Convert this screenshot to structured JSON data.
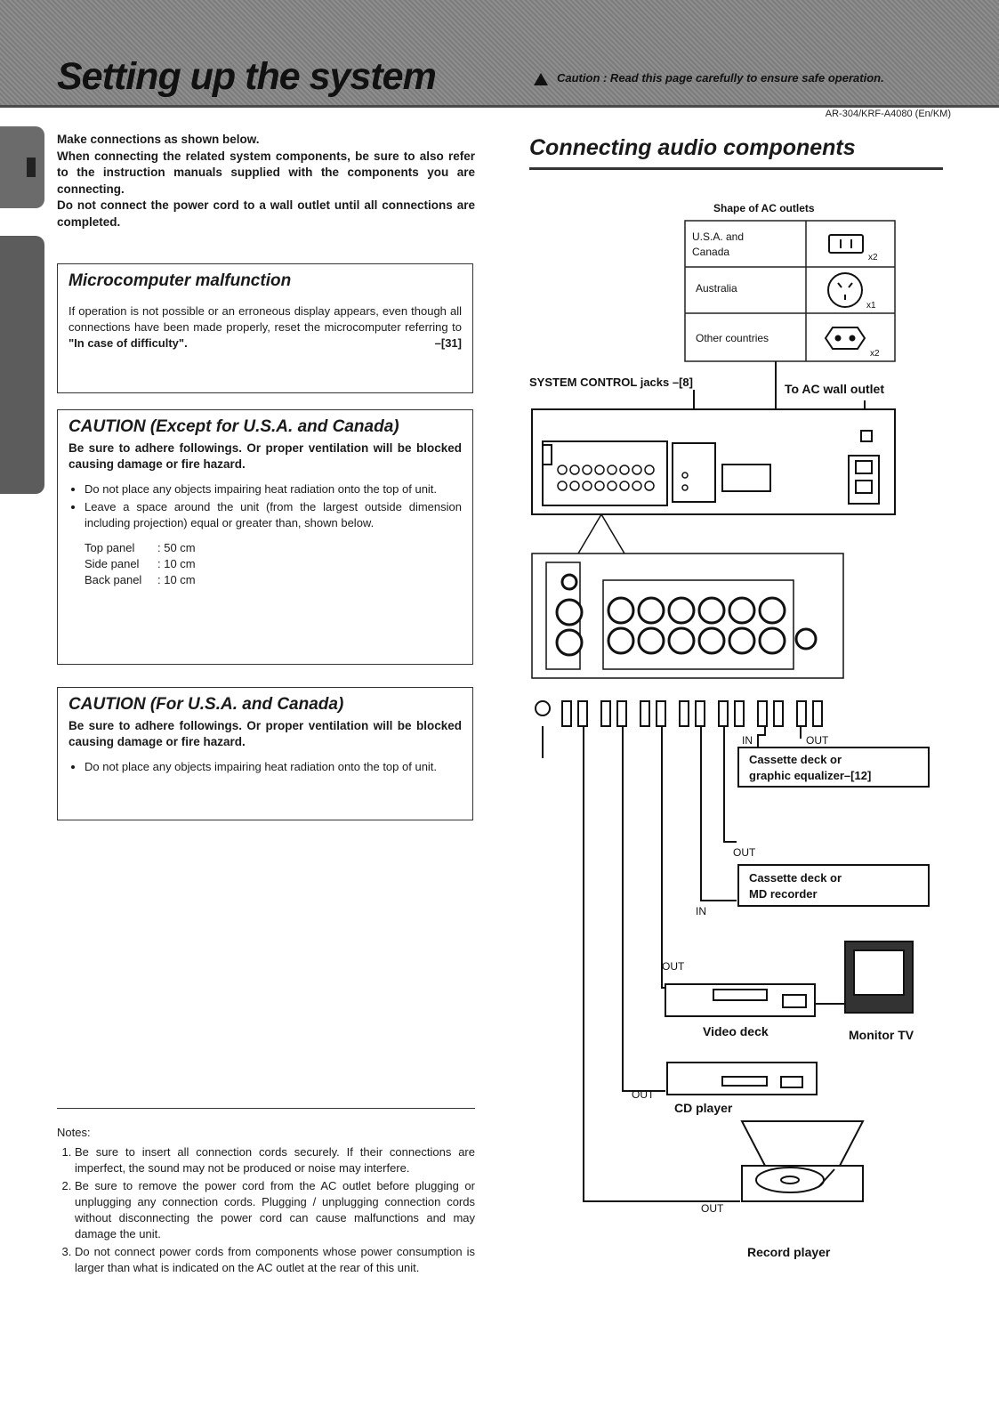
{
  "header": {
    "title": "Setting up the system",
    "caution": "Caution : Read this page carefully to ensure safe operation."
  },
  "model_code": "AR-304/KRF-A4080 (En/KM)",
  "intro": {
    "line1": "Make connections as shown below.",
    "line2": "When connecting the related system components, be sure to also refer to the instruction manuals supplied with the components you are connecting.",
    "line3": "Do not connect the power cord to a wall outlet until all connections are completed."
  },
  "microcomputer": {
    "title": "Microcomputer malfunction",
    "body": "If operation is not possible or an erroneous display appears, even though all connections have been made properly, reset the microcomputer referring to ",
    "link": "\"In case of difficulty\".",
    "ref": "–[31]"
  },
  "caution_except": {
    "title": "CAUTION  (Except for U.S.A. and Canada)",
    "warning": "Be sure to adhere followings. Or proper ventilation will be blocked causing damage or fire hazard.",
    "items": [
      "Do not place any objects impairing heat radiation onto the top of unit.",
      "Leave a space around the unit (from the largest outside dimension including projection) equal or greater than, shown below."
    ],
    "dims": [
      {
        "label": "Top panel",
        "value": ":  50 cm"
      },
      {
        "label": "Side panel",
        "value": ":  10 cm"
      },
      {
        "label": "Back panel",
        "value": ":  10 cm"
      }
    ]
  },
  "caution_usa": {
    "title": "CAUTION  (For U.S.A. and Canada)",
    "warning": "Be sure to adhere followings. Or proper ventilation will be blocked causing damage or fire hazard.",
    "items": [
      "Do not place any objects impairing heat radiation onto the top of unit."
    ]
  },
  "notes": {
    "heading": "Notes:",
    "items": [
      "Be sure to insert all connection cords securely. If their connections are imperfect, the sound may not be produced or noise may interfere.",
      "Be sure to remove the power cord from the AC outlet before plugging or unplugging any connection cords. Plugging / unplugging connection cords without disconnecting the power cord can cause malfunctions and may damage the unit.",
      "Do not connect power cords from components whose power consumption is larger than what is indicated on the AC outlet at the rear of this unit."
    ]
  },
  "diagram": {
    "title": "Connecting audio components",
    "outlets_heading": "Shape of AC outlets",
    "outlets": [
      {
        "region": "U.S.A. and",
        "region2": "Canada",
        "count": "x2"
      },
      {
        "region": "Australia",
        "region2": "",
        "count": "x1"
      },
      {
        "region": "Other countries",
        "region2": "",
        "count": "x2"
      }
    ],
    "system_control": "SYSTEM CONTROL jacks –[8]",
    "ac_wall": "To AC wall outlet",
    "in": "IN",
    "out": "OUT",
    "cassette_eq_1": "Cassette deck or",
    "cassette_eq_2": "graphic equalizer–[12]",
    "cassette_md_1": "Cassette deck or",
    "cassette_md_2": "MD recorder",
    "video_deck": "Video deck",
    "monitor_tv": "Monitor TV",
    "cd_player": "CD player",
    "record_player": "Record player"
  }
}
